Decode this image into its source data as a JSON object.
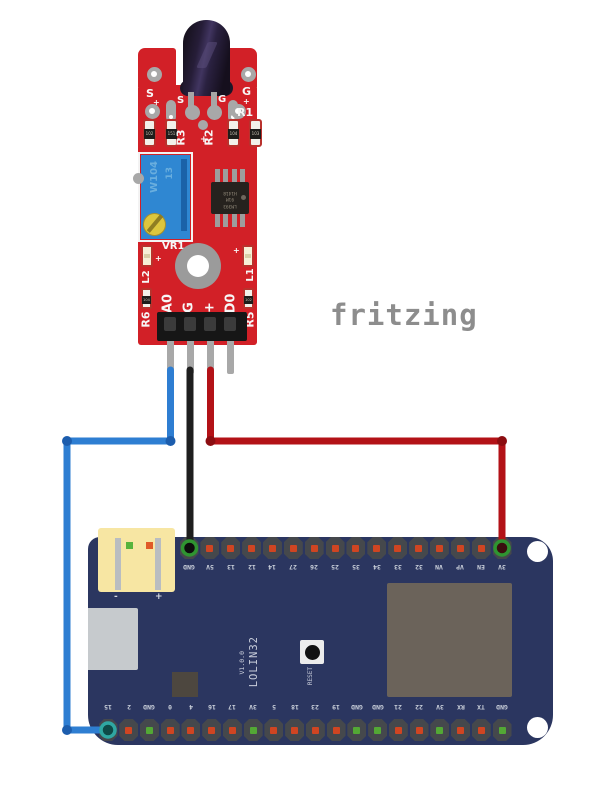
{
  "watermark": {
    "text": "fritzing"
  },
  "colors": {
    "sensor_pcb": "#d22027",
    "esp_board": "#2b3660",
    "pot_blue": "#2f87d2",
    "pin_io": "#cf4522",
    "pin_power": "#53a835",
    "terminal_green": "#2f9431",
    "terminal_teal": "#2fa7a2"
  },
  "flame_sensor": {
    "labels": {
      "s_left": "S",
      "plus_left": "+",
      "s_mid": "S",
      "g_mid": "G",
      "g_right": "G",
      "plus_right": "+",
      "r1": "R1",
      "r3": "R3",
      "plus_mid": "+",
      "r2": "R2",
      "vr1": "VR1",
      "plus_l2": "+",
      "plus_l1": "+",
      "l2": "L2",
      "l1": "L1",
      "a0": "A0",
      "g": "G",
      "plus": "+",
      "d0": "D0",
      "r6": "R6",
      "r5": "R5"
    },
    "resistors_top": [
      "102",
      "151",
      "104",
      "103"
    ],
    "resistors_bottom": [
      "104",
      "102"
    ],
    "pot": {
      "marking": "W104",
      "marking_side": "13"
    },
    "ic": {
      "line1": "LM393",
      "line2": "91M",
      "line3": "H1418"
    }
  },
  "esp32": {
    "silkscreen": {
      "model": "LOLIN32",
      "version": "V1.0.0",
      "reset": "RESET",
      "battery_minus": "-",
      "battery_plus": "+"
    },
    "top_pins": [
      {
        "label": "GND",
        "state": "wired"
      },
      {
        "label": "5V",
        "state": "io"
      },
      {
        "label": "13",
        "state": "io"
      },
      {
        "label": "12",
        "state": "io"
      },
      {
        "label": "14",
        "state": "io"
      },
      {
        "label": "27",
        "state": "io"
      },
      {
        "label": "26",
        "state": "io"
      },
      {
        "label": "25",
        "state": "io"
      },
      {
        "label": "35",
        "state": "io"
      },
      {
        "label": "34",
        "state": "io"
      },
      {
        "label": "33",
        "state": "io"
      },
      {
        "label": "32",
        "state": "io"
      },
      {
        "label": "VN",
        "state": "io"
      },
      {
        "label": "VP",
        "state": "io"
      },
      {
        "label": "EN",
        "state": "io"
      },
      {
        "label": "3V",
        "state": "wired"
      }
    ],
    "bottom_pins": [
      {
        "label": "15",
        "state": "wired"
      },
      {
        "label": "2",
        "state": "io"
      },
      {
        "label": "GND",
        "state": "power"
      },
      {
        "label": "0",
        "state": "io"
      },
      {
        "label": "4",
        "state": "io"
      },
      {
        "label": "16",
        "state": "io"
      },
      {
        "label": "17",
        "state": "io"
      },
      {
        "label": "3V",
        "state": "power"
      },
      {
        "label": "5",
        "state": "io"
      },
      {
        "label": "18",
        "state": "io"
      },
      {
        "label": "23",
        "state": "io"
      },
      {
        "label": "19",
        "state": "io"
      },
      {
        "label": "GND",
        "state": "power"
      },
      {
        "label": "GND",
        "state": "power"
      },
      {
        "label": "21",
        "state": "io"
      },
      {
        "label": "22",
        "state": "io"
      },
      {
        "label": "3V",
        "state": "power"
      },
      {
        "label": "RX",
        "state": "io"
      },
      {
        "label": "TX",
        "state": "io"
      },
      {
        "label": "GND",
        "state": "power"
      }
    ]
  },
  "wires": [
    {
      "name": "analog-signal-wire",
      "color": "#2e7ed2",
      "from": "A0",
      "to": "15"
    },
    {
      "name": "ground-wire",
      "color": "#1e1e1e",
      "from": "G",
      "to": "GND"
    },
    {
      "name": "power-wire",
      "color": "#b31217",
      "from": "+",
      "to": "3V"
    }
  ]
}
